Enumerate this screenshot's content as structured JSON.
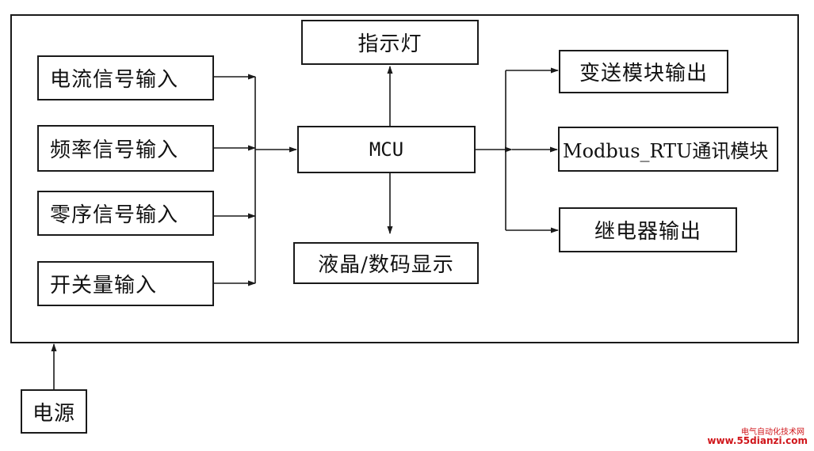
{
  "blocks": {
    "current_input": "电流信号输入",
    "frequency_input": "频率信号输入",
    "zero_sequence_input": "零序信号输入",
    "switch_input": "开关量输入",
    "indicator": "指示灯",
    "mcu": "MCU",
    "display": "液晶/数码显示",
    "transmitter_output": "变送模块输出",
    "modbus": "Modbus_RTU通讯模块",
    "relay_output": "继电器输出",
    "power": "电源"
  },
  "watermark": {
    "site_name": "电气自动化技术网",
    "url": "www.55dianzi.com",
    "color": "#d0161b"
  },
  "colors": {
    "line": "#1a1a1a",
    "background": "#ffffff"
  }
}
